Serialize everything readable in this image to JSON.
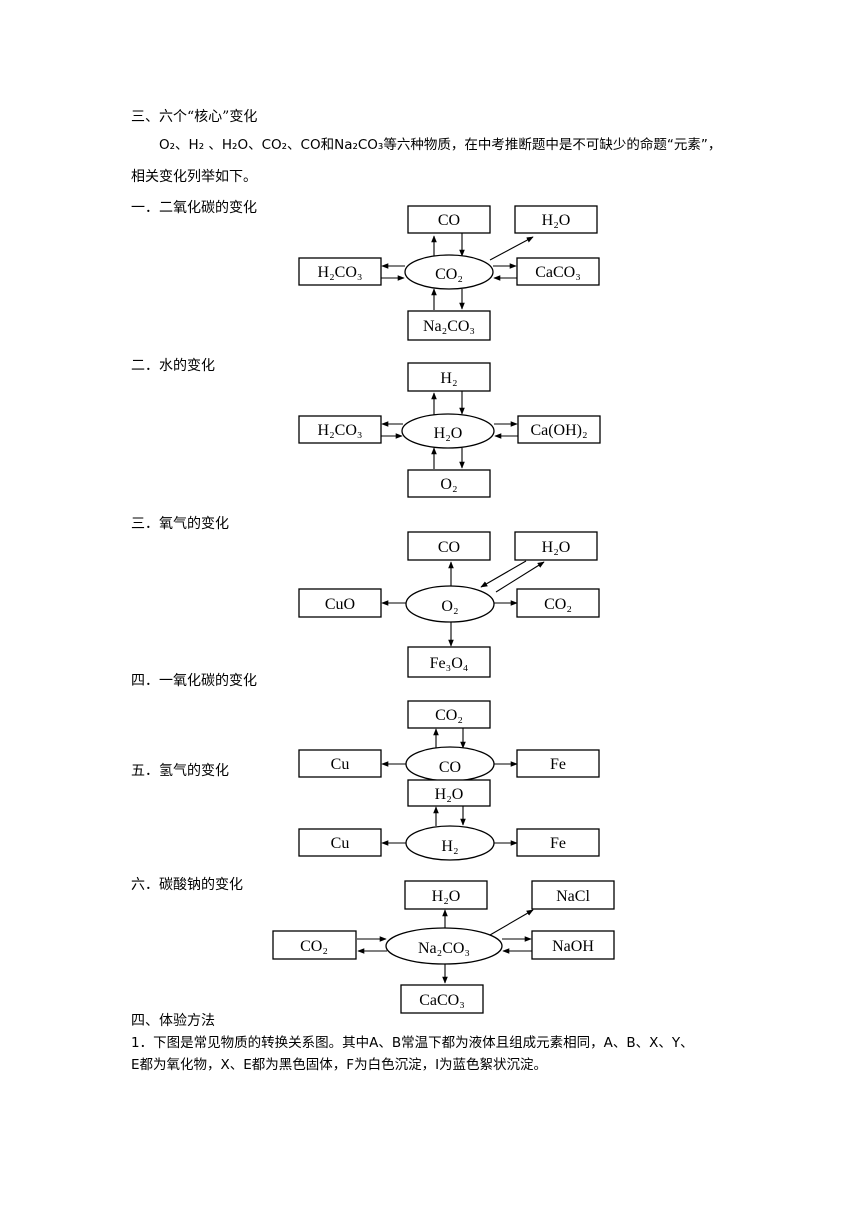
{
  "section3": {
    "title": "三、六个“核心”变化",
    "intro_line1": "O₂、H₂ 、H₂O、CO₂、CO和Na₂CO₃等六种物质，在中考推断题中是不可缺少的命题“元素”，",
    "intro_line2": "相关变化列举如下。"
  },
  "diagrams": [
    {
      "heading": "一．二氧化碳的变化",
      "center": "CO₂",
      "boxes": [
        "CO",
        "H₂O",
        "H₂CO₃",
        "CaCO₃",
        "Na₂CO₃"
      ]
    },
    {
      "heading": "二．水的变化",
      "center": "H₂O",
      "boxes": [
        "H₂",
        "H₂CO₃",
        "Ca(OH)₂",
        "O₂"
      ]
    },
    {
      "heading": "三．氧气的变化",
      "center": "O₂",
      "boxes": [
        "CO",
        "H₂O",
        "CuO",
        "CO₂",
        "Fe₃O₄"
      ]
    },
    {
      "heading": "四．一氧化碳的变化",
      "center": "CO",
      "boxes": [
        "CO₂",
        "Cu",
        "Fe"
      ]
    },
    {
      "heading": "五．氢气的变化",
      "center": "H₂",
      "boxes": [
        "H₂O",
        "Cu",
        "Fe"
      ]
    },
    {
      "heading": "六．碳酸钠的变化",
      "center": "Na₂CO₃",
      "boxes": [
        "H₂O",
        "NaCl",
        "CO₂",
        "NaOH",
        "CaCO₃"
      ]
    }
  ],
  "section4": {
    "title": "四、体验方法",
    "q1_line1": "1．下图是常见物质的转换关系图。其中A、B常温下都为液体且组成元素相同，A、B、X、Y、",
    "q1_line2": "E都为氧化物，X、E都为黑色固体，F为白色沉淀，I为蓝色絮状沉淀。"
  }
}
